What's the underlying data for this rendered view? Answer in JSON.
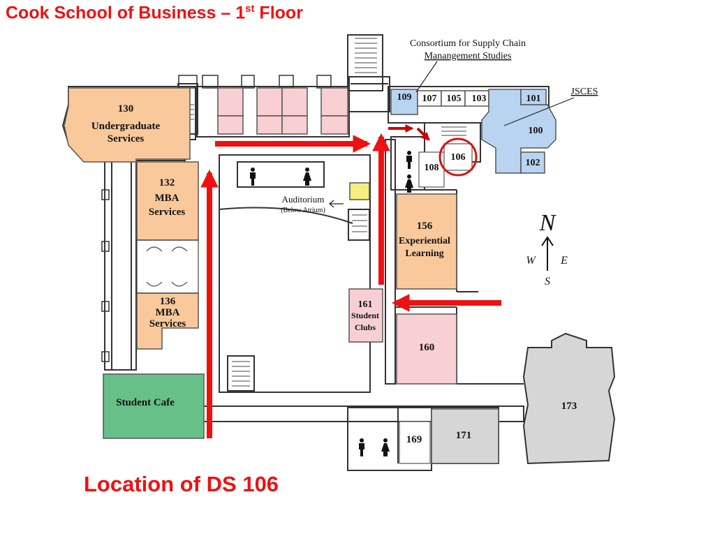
{
  "title": {
    "main": "Cook School of Business – 1",
    "sup": "st",
    "end": " Floor"
  },
  "caption": "Location of DS 106",
  "colors": {
    "accent_red": "#ee1111",
    "orange": "#f9c99b",
    "pink": "#f8cfd2",
    "blue": "#b8d4f0",
    "green": "#66c088",
    "gray": "#d6d6d6",
    "yellow": "#f5ee80",
    "wall": "#333333"
  },
  "rooms": {
    "r130": [
      "130",
      "Undergraduate",
      "Services"
    ],
    "r132": [
      "132",
      "MBA",
      "Services"
    ],
    "r136": [
      "136",
      "MBA",
      "Services"
    ],
    "cafe": "Student Cafe",
    "r156": [
      "156",
      "Experiential",
      "Learning"
    ],
    "r161": [
      "161",
      "Student",
      "Clubs"
    ],
    "r160": "160",
    "r171": "171",
    "r173": "173",
    "r169": "169",
    "r108": "108",
    "r106": "106",
    "r109": "109",
    "r107": "107",
    "r105": "105",
    "r103": "103",
    "r101": "101",
    "r100": "100",
    "r102": "102"
  },
  "labels": {
    "consortium": [
      "Consortium for Supply Chain",
      "Manangement Studies"
    ],
    "jsces": "JSCES",
    "auditorium": "Auditorium",
    "auditorium_note": "(Below Atrium)"
  },
  "compass": {
    "n": "N",
    "s": "S",
    "e": "E",
    "w": "W"
  },
  "icons": [
    "restroom-men-icon",
    "restroom-women-icon"
  ]
}
